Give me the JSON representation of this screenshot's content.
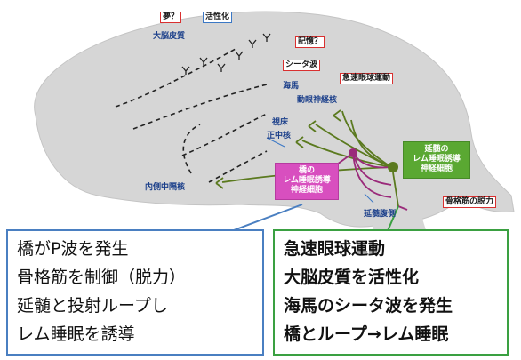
{
  "labels": {
    "dream": "夢？",
    "activation": "活性化",
    "cerebral_cortex": "大脳皮質",
    "memory": "記憶？",
    "theta_wave": "シータ波",
    "hippocampus": "海馬",
    "rem_eye_movement": "急速眼球運動",
    "oculomotor": "動眼神経核",
    "thalamus_line1": "視床",
    "thalamus_line2": "正中核",
    "medial_septum": "内側中隔核",
    "pons_neuron": [
      "橋の",
      "レム睡眠誘導",
      "神経細胞"
    ],
    "medulla_neuron": [
      "延髄の",
      "レム睡眠誘導",
      "神経細胞"
    ],
    "ventral_medulla": "延髄腹側",
    "muscle_atonia": "骨格筋の脱力"
  },
  "left_panel": {
    "lines": [
      "橋がP波を発生",
      "骨格筋を制御（脱力）",
      "延髄と投射ループし",
      "レム睡眠を誘導"
    ]
  },
  "right_panel": {
    "lines": [
      "急速眼球運動",
      "大脳皮質を活性化",
      "海馬のシータ波を発生",
      "橋とループ→レム睡眠"
    ]
  },
  "colors": {
    "brain_fill": "#d9d9d9",
    "pons_pink": "#d84fbf",
    "medulla_green": "#5aa832",
    "pathway_olive": "#5b7a1f",
    "pathway_purple": "#9a2a7a",
    "blue_border": "#4a7fc1",
    "green_border": "#3aa041",
    "red_border": "#d93030"
  },
  "icons": {
    "synapse": "fork-terminal-icon",
    "neuron_body": "circle-soma-icon"
  }
}
